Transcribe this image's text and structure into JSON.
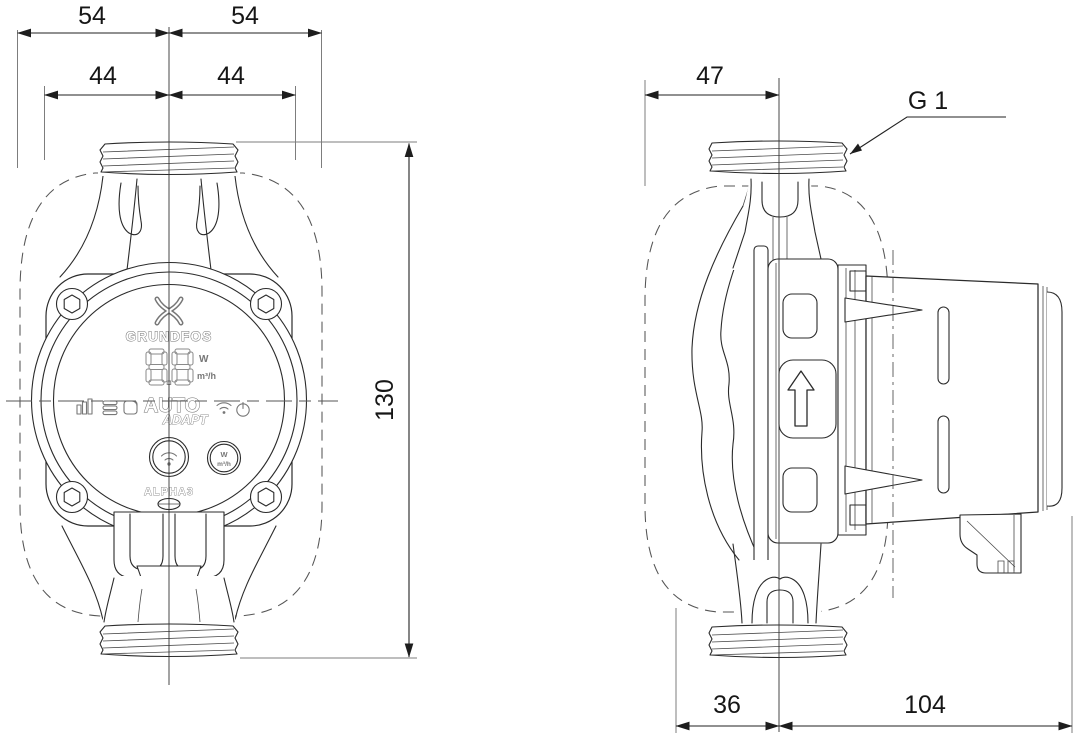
{
  "front_view": {
    "dims": {
      "outer_left": "54",
      "outer_right": "54",
      "inner_left": "44",
      "inner_right": "44",
      "height": "130"
    },
    "face": {
      "brand": "GRUNDFOS",
      "display_value": "88",
      "unit_power": "W",
      "unit_flow": "m³/h",
      "mode_primary": "AUTO",
      "mode_secondary": "ADAPT",
      "button_power_unit": "W",
      "button_flow_unit": "m³/h",
      "model": "ALPHA3"
    }
  },
  "side_view": {
    "dims": {
      "port_to_face": "47",
      "thread_label": "G 1",
      "bottom_left": "36",
      "bottom_right": "104"
    }
  },
  "colors": {
    "line": "#2b2b2b",
    "dimension_text": "#161616",
    "background": "#ffffff"
  }
}
